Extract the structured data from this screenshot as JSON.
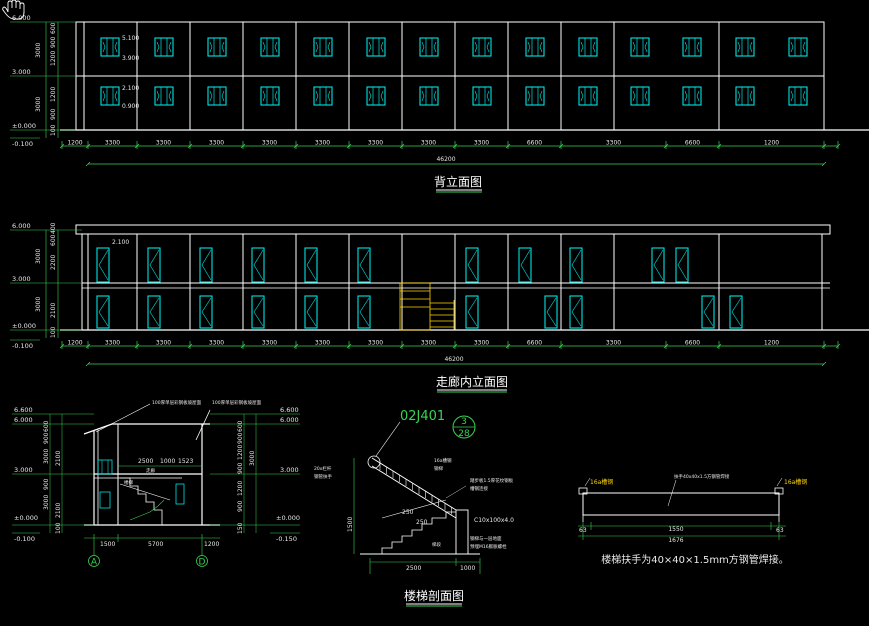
{
  "drawing": {
    "rear_elevation": {
      "title": "背立面图",
      "levels": [
        "6.000",
        "3.000",
        "±0.000",
        "-0.100"
      ],
      "side_dims_upper": [
        "600",
        "900",
        "1200",
        "900",
        "3000"
      ],
      "side_dims_lower": [
        "3000",
        "1200",
        "900",
        "100",
        "100"
      ],
      "window_tags": [
        "5.100",
        "3.900",
        "2.100",
        "0.900"
      ],
      "bay_dims": [
        "1200",
        "3300",
        "3300",
        "3300",
        "3300",
        "3300",
        "3300",
        "3300",
        "3300",
        "6600",
        "3300",
        "6600",
        "1200"
      ],
      "total": "46200"
    },
    "corridor_elevation": {
      "title": "走廊内立面图",
      "levels": [
        "6.000",
        "3.000",
        "±0.000",
        "-0.100"
      ],
      "side_dims_upper": [
        "3000",
        "2200",
        "600",
        "400"
      ],
      "side_dims_lower": [
        "3000",
        "2100",
        "100"
      ],
      "door_tag": "2.100",
      "bay_dims": [
        "1200",
        "3300",
        "3300",
        "3300",
        "3300",
        "3300",
        "3300",
        "3300",
        "3300",
        "6600",
        "3300",
        "6600",
        "1200"
      ],
      "total": "46200"
    },
    "section": {
      "levels_left": [
        "6.600",
        "6.000",
        "3.000",
        "±0.000",
        "-0.100"
      ],
      "levels_right": [
        "6.600",
        "6.000",
        "3.000",
        "±0.000",
        "-0.150"
      ],
      "roof_notes": [
        "100厚单层彩钢板坡屋面",
        "100厚单层彩钢板坡屋面"
      ],
      "inner_dims": [
        "2500",
        "1000",
        "1523"
      ],
      "labels": [
        "走廊",
        "楼梯"
      ],
      "side_dims_left": [
        "600",
        "900",
        "3000",
        "2100",
        "900",
        "3000",
        "2100",
        "100"
      ],
      "side_dims_right": [
        "600",
        "900",
        "1200",
        "900",
        "3000",
        "1200",
        "900",
        "150"
      ],
      "bottom_dims": [
        "1500",
        "5700",
        "1200"
      ],
      "axes": [
        "A",
        "D"
      ]
    },
    "stair_section": {
      "title": "楼梯剖面图",
      "ref_code": "02J401",
      "ref_num": "3",
      "ref_sheet": "28",
      "notes": [
        "20x栏杆",
        "钢管扶手",
        "16a槽钢",
        "钢梯",
        "踏步板1.5厚花纹钢板",
        "槽钢连接",
        "C10x100x4.0",
        "钢梯与一层地面",
        "预埋M16膨胀螺栓"
      ],
      "dims": [
        "1500",
        "250",
        "250",
        "2500",
        "1000"
      ],
      "label": "梯段"
    },
    "handrail": {
      "left_tag": "16a槽钢",
      "right_tag": "16a槽钢",
      "note": "扶手40x40x1.5方钢管焊接",
      "dims": [
        "63",
        "1550",
        "63",
        "1676"
      ],
      "caption": "楼梯扶手为40×40×1.5mm方钢管焊接。"
    }
  }
}
